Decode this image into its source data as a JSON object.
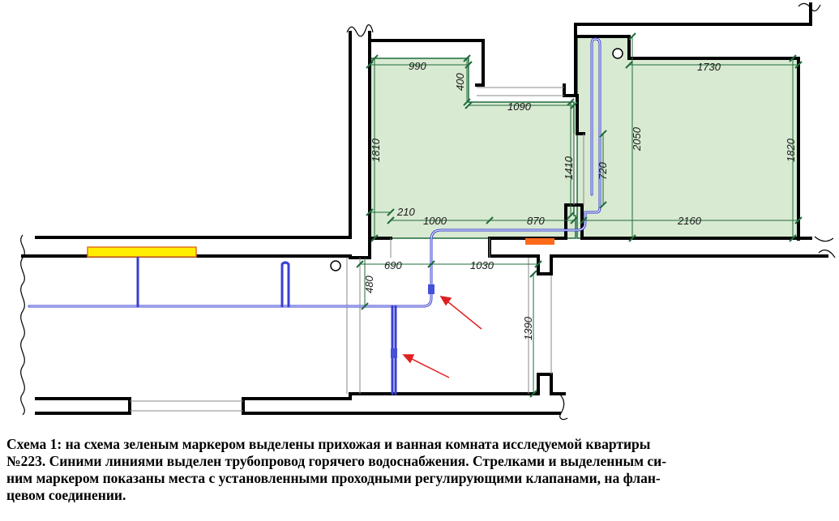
{
  "colors": {
    "room_fill": "#d8ead2",
    "wall": "#000000",
    "pipe": "#3a3fd0",
    "valve_marker": "#4450d8",
    "arrow": "#e02020",
    "yellow_element": "#ffee00",
    "orange_element": "#ff6a1a",
    "dimension": "#1f6b3a"
  },
  "dimensions": {
    "d990": "990",
    "d400": "400",
    "d1090": "1090",
    "d1810": "1810",
    "d1410": "1410",
    "d720": "720",
    "d2050": "2050",
    "d1730": "1730",
    "d1820": "1820",
    "d210": "210",
    "d1000": "1000",
    "d870": "870",
    "d2160": "2160",
    "d690": "690",
    "d1030": "1030",
    "d480": "480",
    "d1390": "1390"
  },
  "caption": {
    "line1": "Схема 1: на схема зеленым маркером выделены прихожая и ванная комната исследуемой квартиры",
    "line2": "№223. Синими линиями выделен трубопровод горячего водоснабжения. Стрелками и выделенным си-",
    "line3": "ним маркером показаны места с установленными проходными регулирующими клапанами, на флан-",
    "line4": "цевом соединении."
  },
  "icons": {
    "valve": "valve-marker-icon",
    "arrow": "red-arrow-icon",
    "riser": "riser-circle-icon"
  }
}
